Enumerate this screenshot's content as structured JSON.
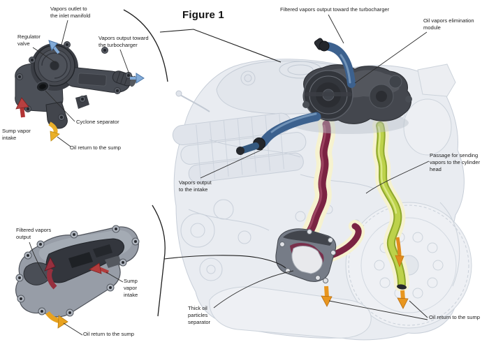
{
  "figure": {
    "title": "Figure 1"
  },
  "colors": {
    "background": "#ffffff",
    "label_text": "#1c1c1c",
    "leader_line": "#2a2a2a",
    "hose_blue": "#3c618e",
    "passage_maroon": "#7b2342",
    "passage_green": "#b5cc3e",
    "halo_yellow": "#f6f2cf",
    "arrow_orange": "#e8961f",
    "arrow_red": "#b23535",
    "arrow_blue": "#82abd8",
    "engine_grey": "#e9ecf1",
    "module_dark": "#44474e"
  },
  "top_left_detail": {
    "labels": {
      "vapors_outlet_inlet_manifold": "Vapors outlet to\nthe inlet manifold",
      "regulator_valve": "Regulator\nvalve",
      "vapors_output_turbocharger": "Vapors output toward\nthe turbocharger",
      "cyclone_separator": "Cyclone separator",
      "sump_vapor_intake": "Sump vapor\nintake",
      "oil_return_sump": "Oil return to the sump"
    }
  },
  "engine_view": {
    "labels": {
      "filtered_vapors_turbocharger": "Filtered vapors output toward the turbocharger",
      "oil_vapors_elimination_module": "Oil vapors elimination\nmodule",
      "passage_cylinder_head": "Passage for sending\nvapors to the cylinder\nhead",
      "vapors_output_intake": "Vapors output\nto the intake",
      "thick_oil_separator": "Thick oil\nparticles\nseparator",
      "oil_return_sump": "Oil return to the sump"
    }
  },
  "bottom_left_detail": {
    "labels": {
      "filtered_vapors_output": "Filtered vapors\noutput",
      "sump_vapor_intake": "Sump\nvapor\nintake",
      "oil_return_sump": "Oil return to the sump"
    }
  }
}
